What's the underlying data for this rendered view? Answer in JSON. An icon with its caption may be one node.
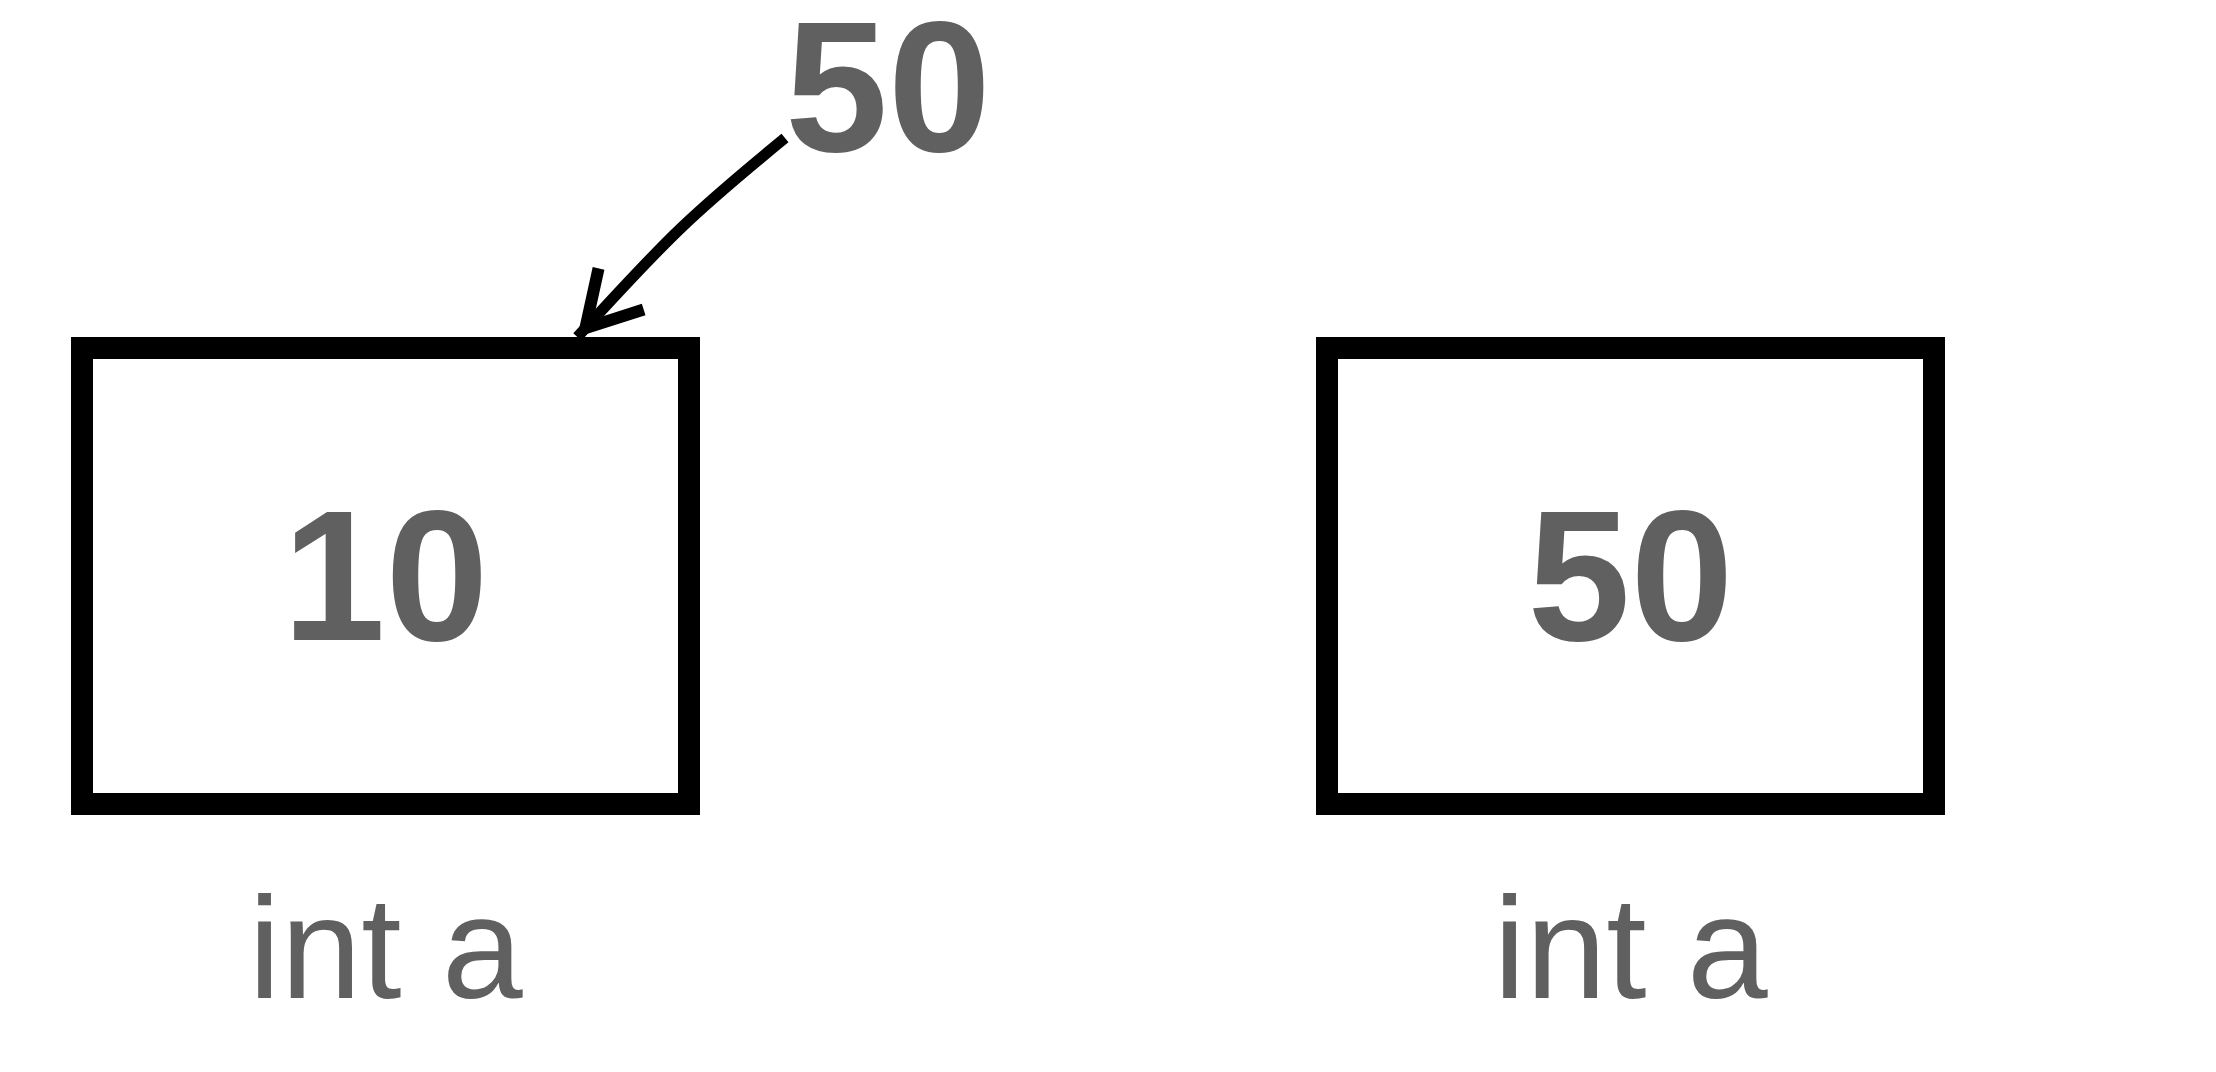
{
  "diagram": {
    "nodes": [
      {
        "text": [
          "50"
        ]
      },
      {
        "text": [
          "10"
        ],
        "beside": [
          "int a"
        ]
      },
      {
        "text": [
          "50"
        ],
        "beside": [
          "int a"
        ]
      }
    ],
    "edges": [
      {
        "from": 0,
        "to": 1,
        "arrow": "to"
      }
    ]
  }
}
